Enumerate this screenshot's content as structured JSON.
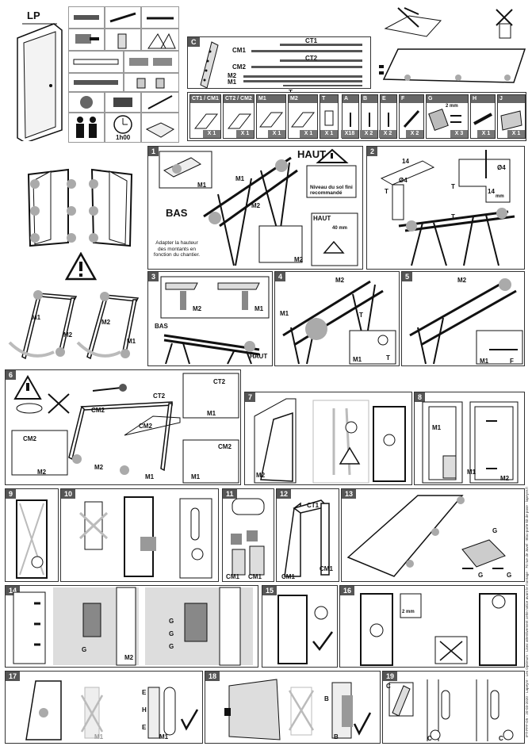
{
  "header": {
    "lp_label": "LP",
    "clock_text": "1h00",
    "section_c_label": "C",
    "pieces": {
      "ct1": "CT1",
      "cm1": "CM1",
      "ct2": "CT2",
      "cm2": "CM2",
      "m2": "M2",
      "m1": "M1",
      "t": "T"
    }
  },
  "parts": [
    {
      "code": "CT1 / CM1",
      "qty": "X 1"
    },
    {
      "code": "CT2 / CM2",
      "qty": "X 1"
    },
    {
      "code": "M1",
      "qty": "X 1"
    },
    {
      "code": "M2",
      "qty": "X 1"
    },
    {
      "code": "T",
      "qty": "X 1"
    },
    {
      "code": "A",
      "qty": "X18"
    },
    {
      "code": "B",
      "qty": "X 2"
    },
    {
      "code": "E",
      "qty": "X 2"
    },
    {
      "code": "F",
      "qty": "X 2"
    },
    {
      "code": "G",
      "qty": "X 3",
      "note": "2 mm"
    },
    {
      "code": "H",
      "qty": "X 1"
    },
    {
      "code": "J",
      "qty": "X 1"
    }
  ],
  "step1": {
    "num": "1",
    "haut": "HAUT",
    "bas": "BAS",
    "m1": "M1",
    "m2": "M2",
    "niveau": "Niveau du sol fini recommandé",
    "haut2": "HAUT",
    "mm": "40 mm",
    "adapter": "Adapter la hauteur des montants en fonction du chantier."
  },
  "step2": {
    "num": "2",
    "d14a": "14",
    "d14b": "14",
    "mm": "mm",
    "phi": "Ø4",
    "phi2": "Ø4",
    "t": "T"
  },
  "step3": {
    "num": "3",
    "m2": "M2",
    "m1": "M1",
    "bas": "BAS",
    "haut": "HAUT"
  },
  "step4": {
    "num": "4",
    "m2": "M2",
    "m1": "M1",
    "t": "T",
    "m1b": "M1",
    "tb": "T"
  },
  "step5": {
    "num": "5",
    "m2": "M2",
    "m1": "M1",
    "f": "F"
  },
  "left_mid": {
    "m1a": "M1",
    "m2a": "M2",
    "m2b": "M2",
    "m1b": "M1"
  },
  "step6": {
    "num": "6",
    "ct2": "CT2",
    "ct2b": "CT2",
    "cm2": "CM2",
    "cm2b": "CM2",
    "cm2c": "CM2",
    "m2": "M2",
    "m2b": "M2",
    "m1": "M1",
    "m1b": "M1",
    "m1c": "M1",
    "cm2d": "CM2"
  },
  "step7": {
    "num": "7",
    "m2": "M2"
  },
  "step8": {
    "num": "8",
    "m1": "M1",
    "m1b": "M1",
    "m2": "M2"
  },
  "step9": {
    "num": "9"
  },
  "step10": {
    "num": "10"
  },
  "step11": {
    "num": "11",
    "cm1": "CM1",
    "cm1b": "CM1"
  },
  "step12": {
    "num": "12",
    "ct1": "CT1",
    "cm1": "CM1",
    "cm1b": "CM1"
  },
  "step13": {
    "num": "13",
    "g": "G",
    "g2": "G",
    "g3": "G"
  },
  "step14": {
    "num": "14",
    "g": "G",
    "m2": "M2",
    "g1": "G",
    "g2": "G",
    "g3": "G"
  },
  "step15": {
    "num": "15"
  },
  "step16": {
    "num": "16",
    "mm": "2 mm"
  },
  "step17": {
    "num": "17",
    "e": "E",
    "h": "H",
    "e2": "E",
    "m1": "M1",
    "m1b": "M1"
  },
  "step18": {
    "num": "18",
    "b": "B",
    "b2": "B"
  },
  "step19": {
    "num": "19",
    "c": "C",
    "c2": "C",
    "c3": "C"
  },
  "sidebar_text": "IFT-PFF-D5 · 20-03-2020 · Lapeyre · Les Optimum · Lisez attentivement cette notice avant le montage · 70 rue de Javel · Bloc-porte kit de pose · lapeyre.fr"
}
